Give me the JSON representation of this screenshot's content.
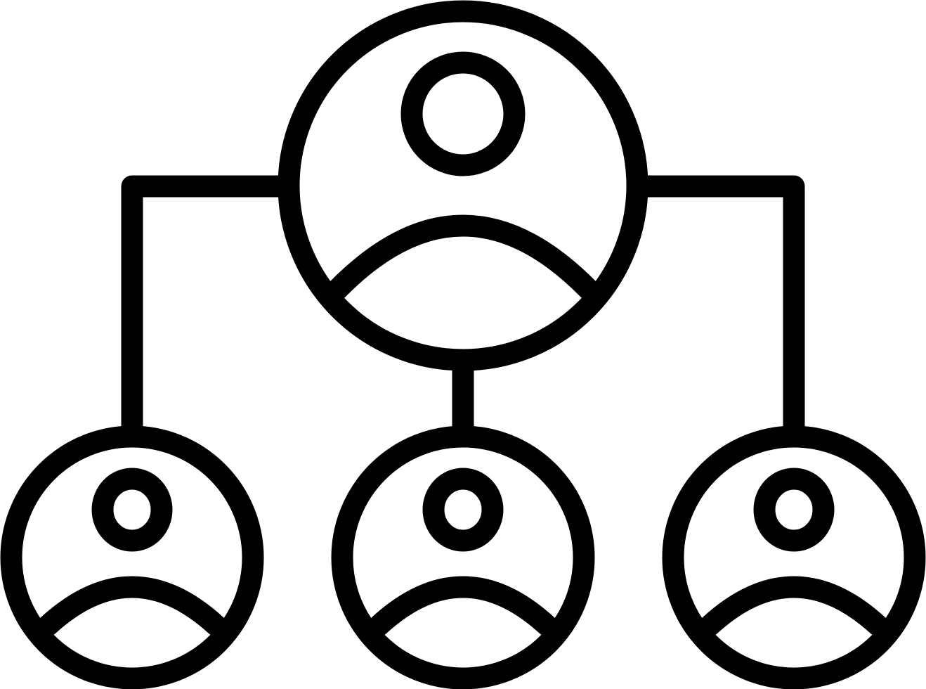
{
  "icon": {
    "name": "hierarchy-org-chart-icon",
    "stroke_color": "#000000",
    "background_color": "#ffffff"
  },
  "nodes": [
    {
      "id": "top",
      "role": "parent"
    },
    {
      "id": "left",
      "role": "child"
    },
    {
      "id": "middle",
      "role": "child"
    },
    {
      "id": "right",
      "role": "child"
    }
  ],
  "links": [
    {
      "from": "top",
      "to": "left"
    },
    {
      "from": "top",
      "to": "middle"
    },
    {
      "from": "top",
      "to": "right"
    }
  ]
}
